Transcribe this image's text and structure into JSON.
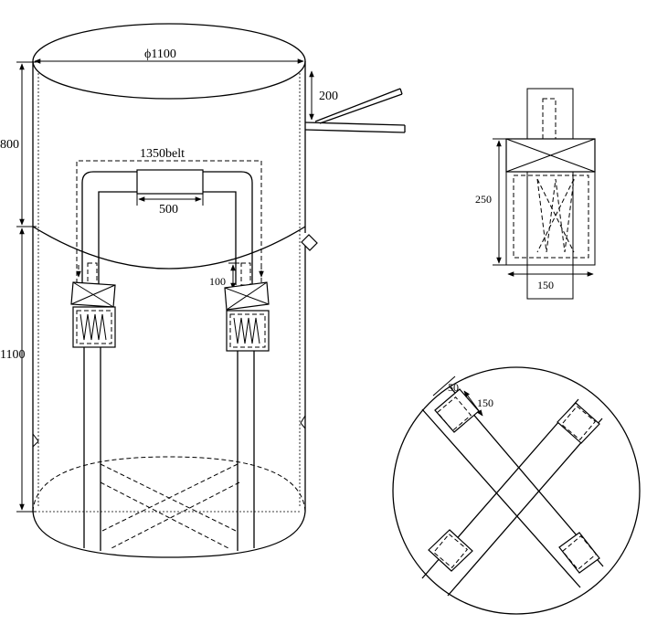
{
  "labels": {
    "diameter": "ϕ1100",
    "spout_length": "200",
    "top_height": "800",
    "belt": "1350belt",
    "belt_width": "500",
    "loop_height": "100",
    "body_height": "1100",
    "detail_height": "250",
    "detail_width": "150",
    "circle_offset": "50",
    "circle_patch": "150"
  }
}
